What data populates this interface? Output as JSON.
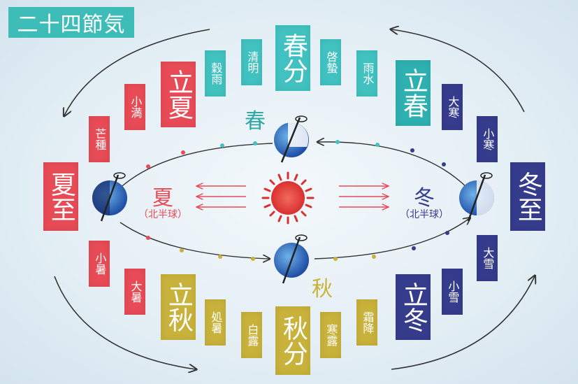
{
  "title": "二十四節気",
  "terms": {
    "shunbun": "春分",
    "keichitsu": "啓蟄",
    "usui": "雨水",
    "risshun": "立春",
    "daikan": "大寒",
    "shokan": "小寒",
    "toji": "冬至",
    "taisetsu": "大雪",
    "shosetsu": "小雪",
    "ritto": "立冬",
    "soko": "霜降",
    "kanro": "寒露",
    "shubun": "秋分",
    "hakuro": "白露",
    "shosho": "処暑",
    "risshu": "立秋",
    "taisho": "大暑",
    "shosho2": "小暑",
    "geshi": "夏至",
    "boshu": "芒種",
    "shoman": "小満",
    "rikka": "立夏",
    "kokuu": "穀雨",
    "seimei": "清明"
  },
  "seasons": {
    "spring": "春",
    "summer": "夏",
    "autumn": "秋",
    "winter": "冬"
  },
  "hemisphere_note": "（北半球）",
  "colors": {
    "spring": "#41c2c0",
    "summer": "#e74b56",
    "autumn": "#c8b23b",
    "winter": "#363c8c",
    "sun": "#e8413d",
    "earth": "#3a7fd0"
  }
}
